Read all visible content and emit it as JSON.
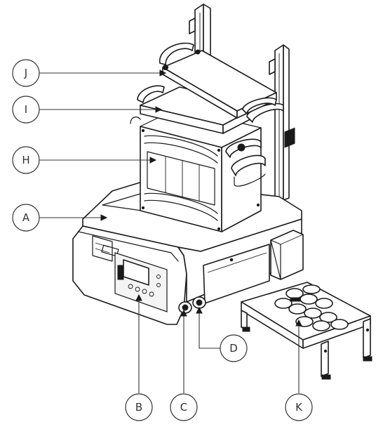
{
  "callouts": {
    "J": "J",
    "I": "I",
    "H": "H",
    "A": "A",
    "B": "B",
    "C": "C",
    "D": "D",
    "K": "K"
  }
}
